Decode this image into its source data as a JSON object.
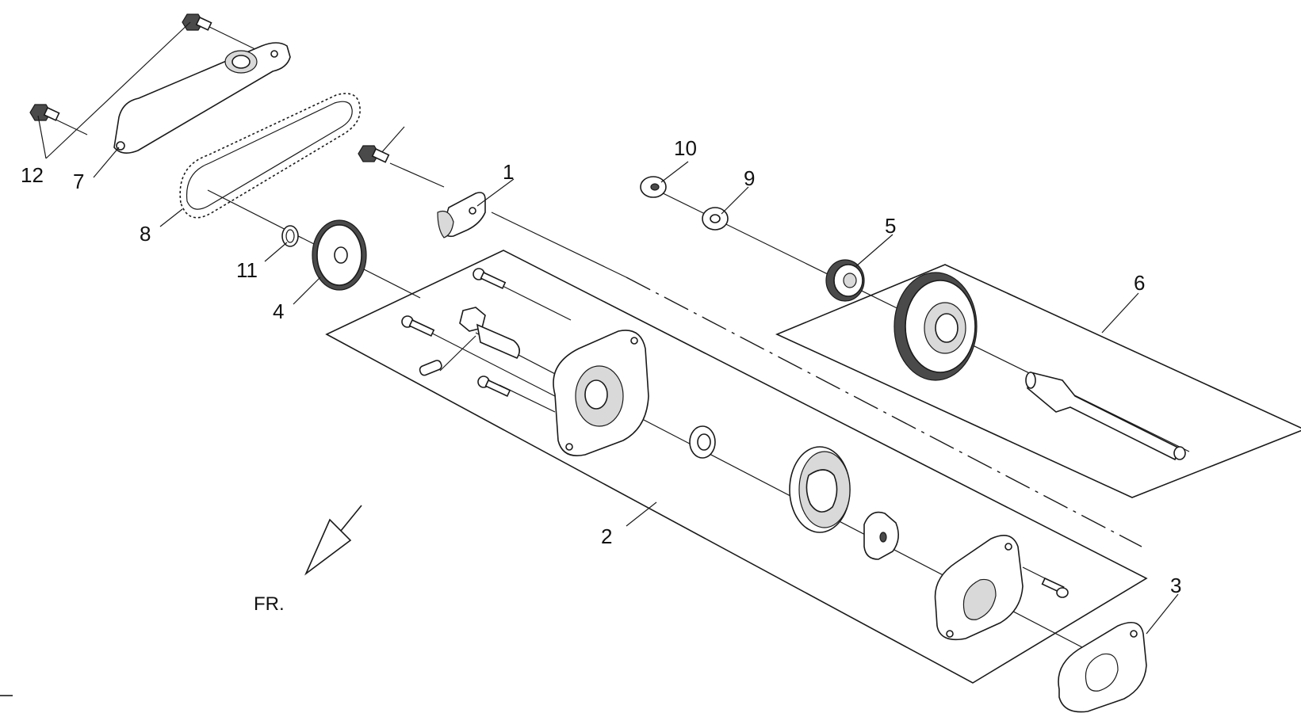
{
  "callouts": [
    {
      "id": "c1",
      "text": "1"
    },
    {
      "id": "c2",
      "text": "2"
    },
    {
      "id": "c3",
      "text": "3"
    },
    {
      "id": "c4",
      "text": "4"
    },
    {
      "id": "c5",
      "text": "5"
    },
    {
      "id": "c6",
      "text": "6"
    },
    {
      "id": "c7",
      "text": "7"
    },
    {
      "id": "c8",
      "text": "8"
    },
    {
      "id": "c9",
      "text": "9"
    },
    {
      "id": "c10",
      "text": "10"
    },
    {
      "id": "c11",
      "text": "11"
    },
    {
      "id": "c12",
      "text": "12"
    }
  ],
  "direction_label": "FR.",
  "colors": {
    "line": "#1a1a1a",
    "background": "#ffffff",
    "shade": "#d9d9d9"
  }
}
